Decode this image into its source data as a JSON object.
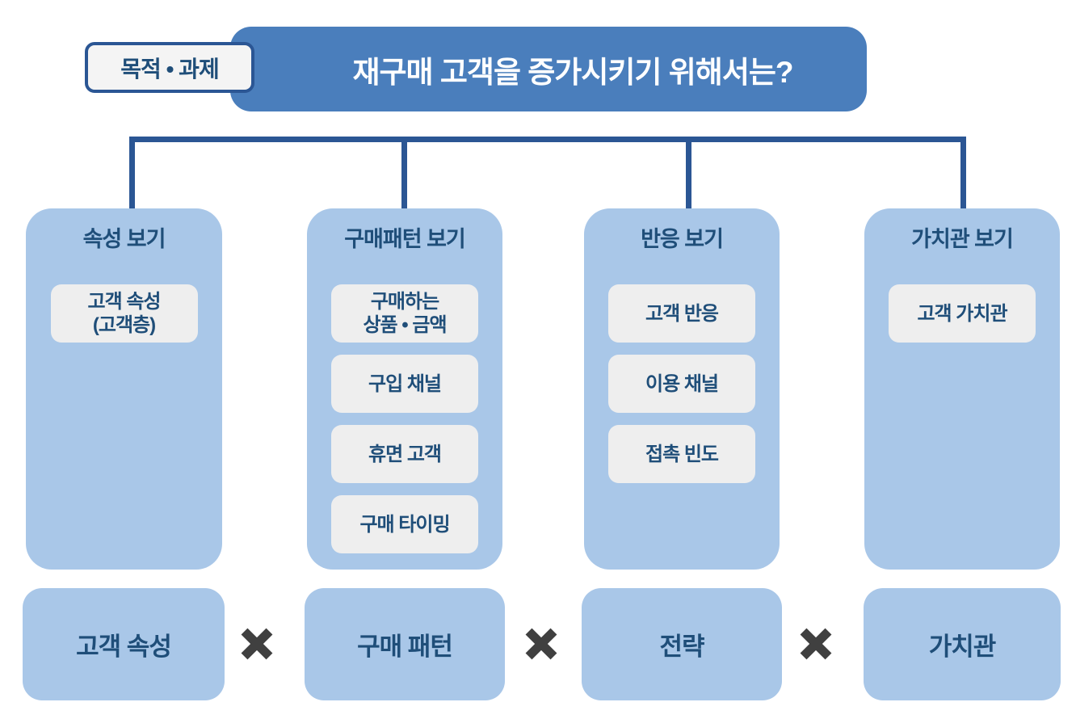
{
  "colors": {
    "banner_bg": "#4a7ebc",
    "banner_text": "#ffffff",
    "label_bg": "#f4f4f4",
    "label_border": "#2b5694",
    "column_bg": "#a9c7e8",
    "item_bg": "#eeeeee",
    "dark_text": "#1f4e79",
    "connector": "#2b5694",
    "cross": "#404040",
    "page_bg": "#ffffff"
  },
  "header": {
    "label": "목적 • 과제",
    "title": "재구매 고객을 증가시키기 위해서는?"
  },
  "columns": [
    {
      "title": "속성 보기",
      "items": [
        {
          "lines": [
            "고객 속성",
            "(고객층)"
          ]
        }
      ]
    },
    {
      "title": "구매패턴 보기",
      "items": [
        {
          "lines": [
            "구매하는",
            "상품 • 금액"
          ]
        },
        {
          "lines": [
            "구입 채널"
          ]
        },
        {
          "lines": [
            "휴면 고객"
          ]
        },
        {
          "lines": [
            "구매 타이밍"
          ]
        }
      ]
    },
    {
      "title": "반응 보기",
      "items": [
        {
          "lines": [
            "고객 반응"
          ]
        },
        {
          "lines": [
            "이용 채널"
          ]
        },
        {
          "lines": [
            "접촉 빈도"
          ]
        }
      ]
    },
    {
      "title": "가치관 보기",
      "items": [
        {
          "lines": [
            "고객 가치관"
          ]
        }
      ]
    }
  ],
  "bottom": {
    "boxes": [
      "고객 속성",
      "구매 패턴",
      "전략",
      "가치관"
    ],
    "multiply_icon": "✖"
  }
}
